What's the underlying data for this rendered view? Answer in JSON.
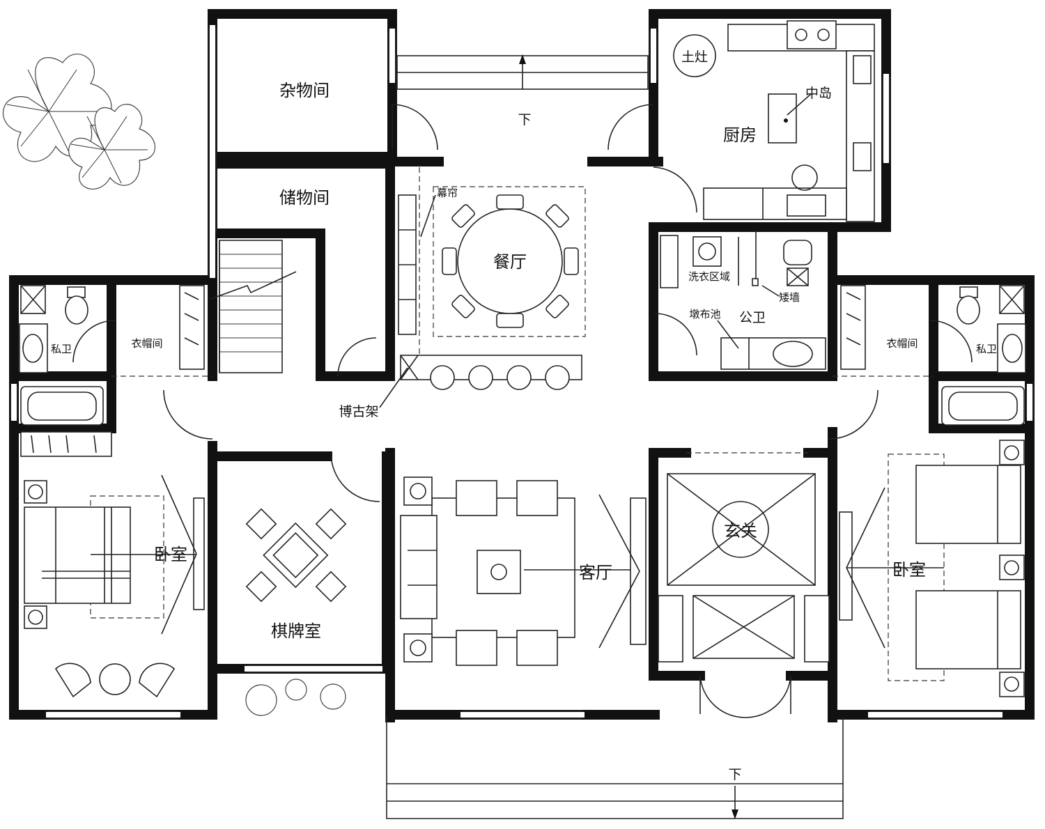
{
  "rooms": {
    "utility": "杂物间",
    "storage": "储物间",
    "kitchen": "厨房",
    "stove": "土灶",
    "island": "中岛",
    "dining": "餐厅",
    "curtain": "幕帘",
    "laundry": "洗衣区域",
    "low_wall": "矮墙",
    "mop_pool": "墩布池",
    "public_bath": "公卫",
    "closet_left": "衣帽间",
    "bath_left": "私卫",
    "closet_right": "衣帽间",
    "bath_right": "私卫",
    "curio_shelf": "博古架",
    "bedroom_left": "卧室",
    "mahjong": "棋牌室",
    "living": "客厅",
    "foyer": "玄关",
    "bedroom_right": "卧室"
  },
  "markers": {
    "down_top": "下",
    "down_bottom": "下"
  }
}
